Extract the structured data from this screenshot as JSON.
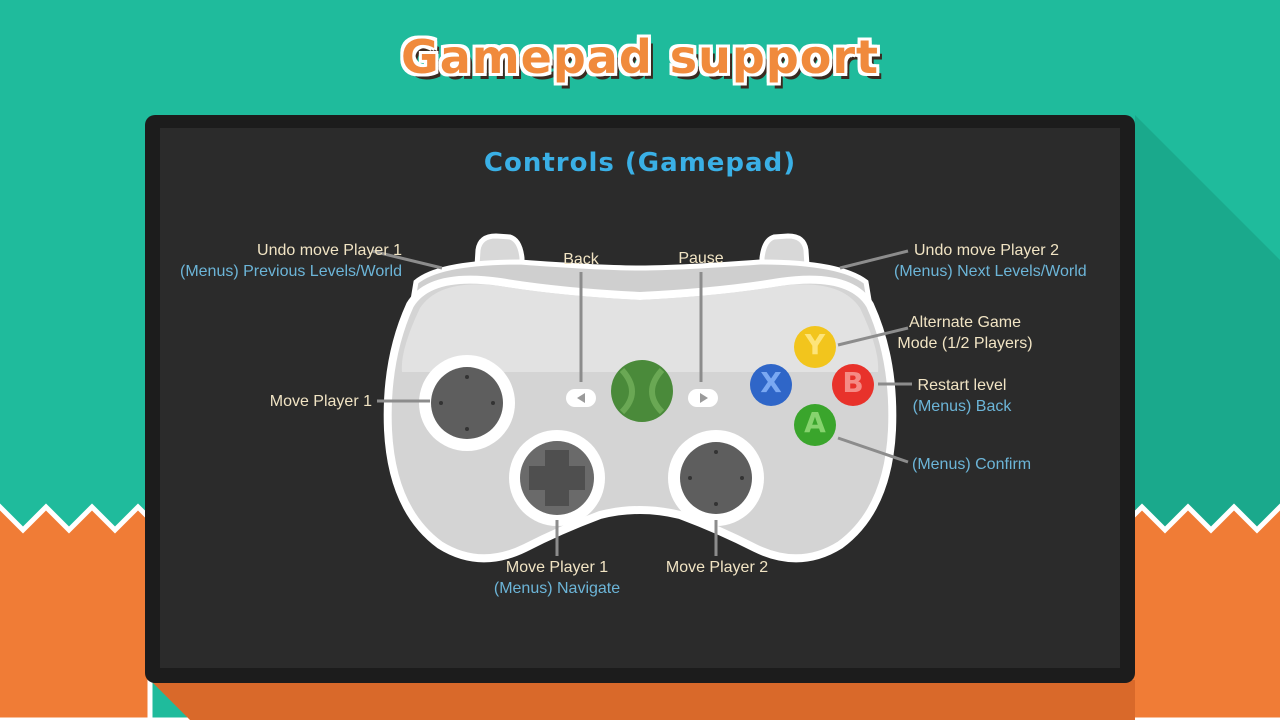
{
  "header": {
    "title": "Gamepad support"
  },
  "panel": {
    "title": "Controls (Gamepad)"
  },
  "labels": {
    "lb": {
      "main": "Undo move Player 1",
      "sub": "(Menus) Previous Levels/World"
    },
    "rb": {
      "main": "Undo move Player 2",
      "sub": "(Menus) Next Levels/World"
    },
    "back": {
      "main": "Back"
    },
    "pause": {
      "main": "Pause"
    },
    "y": {
      "main": "Alternate Game",
      "main2": "Mode (1/2 Players)"
    },
    "b": {
      "main": "Restart level",
      "sub": "(Menus) Back"
    },
    "a": {
      "sub": "(Menus) Confirm"
    },
    "left_stick": {
      "main": "Move Player 1"
    },
    "dpad": {
      "main": "Move Player 1",
      "sub": "(Menus) Navigate"
    },
    "right_stick": {
      "main": "Move Player 2"
    }
  },
  "buttons": {
    "y": {
      "letter": "Y",
      "color": "#f2c51d"
    },
    "x": {
      "letter": "X",
      "color": "#2f66c8"
    },
    "b": {
      "letter": "B",
      "color": "#e8322b"
    },
    "a": {
      "letter": "A",
      "color": "#3aa52c"
    }
  },
  "colors": {
    "teal": "#1fbb9c",
    "orange": "#f07c36",
    "panel": "#2a2a2a",
    "label_main": "#f1e4c4",
    "label_sub": "#6cb5d8"
  }
}
